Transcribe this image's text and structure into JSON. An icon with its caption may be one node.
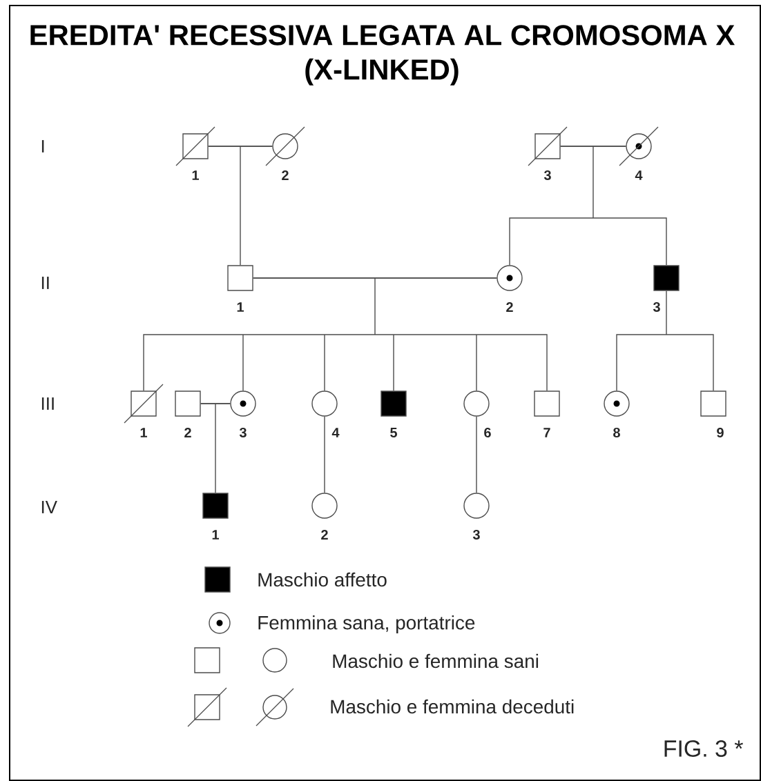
{
  "diagram": {
    "title": "EREDITA' RECESSIVA LEGATA AL CROMOSOMA X (X-LINKED)",
    "nodes": [
      {
        "text": [],
        "shape": "crossed-square",
        "beside": [
          "1"
        ]
      },
      {
        "text": [],
        "shape": "crossed-circle",
        "beside": [
          "2"
        ]
      },
      {
        "text": [],
        "shape": "crossed-square",
        "beside": [
          "3"
        ]
      },
      {
        "text": [],
        "shape": "crossed-dotted-circle",
        "beside": [
          "4"
        ]
      },
      {
        "text": [],
        "shape": "square",
        "beside": [
          "1"
        ]
      },
      {
        "text": [],
        "shape": "dotted-circle",
        "beside": [
          "2"
        ]
      },
      {
        "text": [],
        "shape": "filled-square",
        "beside": [
          "3"
        ]
      },
      {
        "text": [],
        "shape": "crossed-square",
        "beside": [
          "1"
        ]
      },
      {
        "text": [],
        "shape": "square",
        "beside": [
          "2"
        ]
      },
      {
        "text": [],
        "shape": "dotted-circle",
        "beside": [
          "3"
        ]
      },
      {
        "text": [],
        "shape": "circle",
        "beside": [
          "4"
        ]
      },
      {
        "text": [],
        "shape": "filled-square",
        "beside": [
          "5"
        ]
      },
      {
        "text": [],
        "shape": "circle",
        "beside": [
          "6"
        ]
      },
      {
        "text": [],
        "shape": "square",
        "beside": [
          "7"
        ]
      },
      {
        "text": [],
        "shape": "dotted-circle",
        "beside": [
          "8"
        ]
      },
      {
        "text": [],
        "shape": "square",
        "beside": [
          "9"
        ]
      },
      {
        "text": [],
        "shape": "filled-square",
        "beside": [
          "1"
        ]
      },
      {
        "text": [],
        "shape": "circle",
        "beside": [
          "2"
        ]
      },
      {
        "text": [],
        "shape": "circle",
        "beside": [
          "3"
        ]
      }
    ],
    "edges": [
      {
        "from": 0,
        "to": 1,
        "arrow": "none"
      },
      {
        "from": 0,
        "to": 4,
        "arrow": "none"
      },
      {
        "from": 1,
        "to": 4,
        "arrow": "none"
      },
      {
        "from": 2,
        "to": 3,
        "arrow": "none"
      },
      {
        "from": 2,
        "to": 5,
        "arrow": "none"
      },
      {
        "from": 3,
        "to": 5,
        "arrow": "none"
      },
      {
        "from": 2,
        "to": 6,
        "arrow": "none"
      },
      {
        "from": 3,
        "to": 6,
        "arrow": "none"
      },
      {
        "from": 4,
        "to": 5,
        "arrow": "none"
      },
      {
        "from": 4,
        "to": 7,
        "arrow": "none"
      },
      {
        "from": 5,
        "to": 7,
        "arrow": "none"
      },
      {
        "from": 4,
        "to": 9,
        "arrow": "none"
      },
      {
        "from": 5,
        "to": 9,
        "arrow": "none"
      },
      {
        "from": 4,
        "to": 10,
        "arrow": "none"
      },
      {
        "from": 5,
        "to": 10,
        "arrow": "none"
      },
      {
        "from": 4,
        "to": 11,
        "arrow": "none"
      },
      {
        "from": 5,
        "to": 11,
        "arrow": "none"
      },
      {
        "from": 4,
        "to": 12,
        "arrow": "none"
      },
      {
        "from": 5,
        "to": 12,
        "arrow": "none"
      },
      {
        "from": 4,
        "to": 13,
        "arrow": "none"
      },
      {
        "from": 5,
        "to": 13,
        "arrow": "none"
      },
      {
        "from": 6,
        "to": 14,
        "arrow": "none"
      },
      {
        "from": 6,
        "to": 15,
        "arrow": "none"
      },
      {
        "from": 8,
        "to": 9,
        "arrow": "none"
      },
      {
        "from": 8,
        "to": 16,
        "arrow": "none"
      },
      {
        "from": 9,
        "to": 16,
        "arrow": "none"
      },
      {
        "from": 10,
        "to": 17,
        "arrow": "none"
      },
      {
        "from": 12,
        "to": 18,
        "arrow": "none"
      }
    ],
    "labels": [
      "I",
      "II",
      "III",
      "IV",
      "FIG. 3 *"
    ],
    "legend": [
      {
        "text": "Maschio affetto"
      },
      {
        "text": "Femmina sana, portatrice"
      },
      {
        "text": "Maschio e femmina sani"
      },
      {
        "text": "Maschio e femmina deceduti"
      }
    ]
  }
}
